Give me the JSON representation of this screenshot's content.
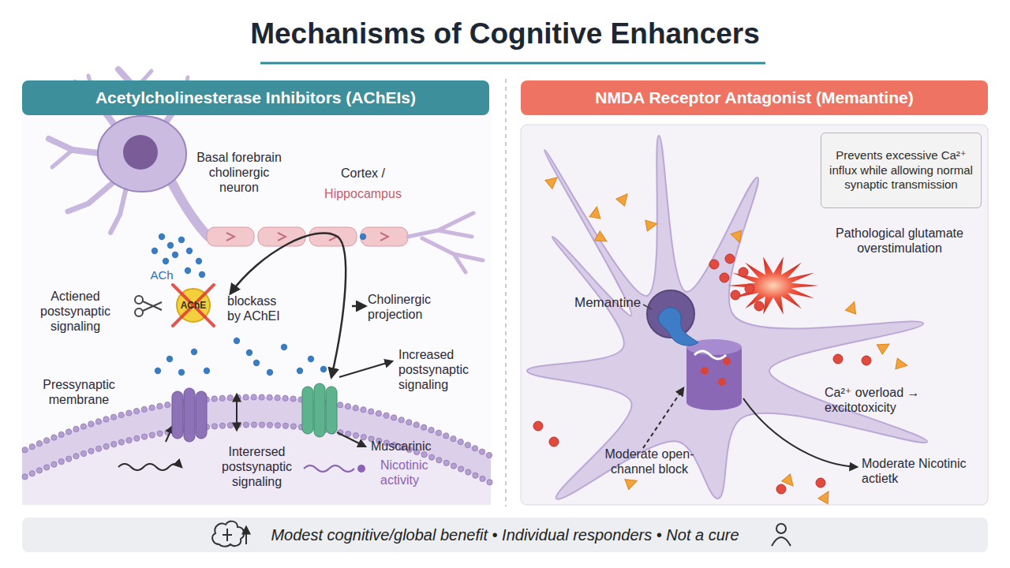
{
  "diagram": {
    "title": "Mechanisms of Cognitive Enhancers",
    "nodes": [
      {
        "text": [
          "Acetylcholinesterase Inhibitors (AChEIs)"
        ]
      },
      {
        "text": [
          "AChE"
        ]
      },
      {
        "text": [
          "NMDA Receptor Antagonist (Memantine)"
        ]
      },
      {
        "text": [
          "Prevents excessive Ca²⁺ influx while allowing normal synaptic transmission"
        ]
      },
      {
        "text": [
          "Modest cognitive/global benefit • Individual responders • Not a cure"
        ]
      }
    ],
    "labels": [
      "Basal forebrain cholinergic neuron",
      "Cortex /",
      "Hippocampus",
      "ACh",
      "Actiened postsynaptic signaling",
      "blockass by AChEI",
      "Cholinergic projection",
      "Increased postsynaptic signaling",
      "Pressynaptic membrane",
      "Interersed postsynaptic signaling",
      "Muscarinic",
      "Nicotinic activity",
      "Memantine",
      "Pathological glutamate overstimulation",
      "Ca²⁺ overload → excitotoxicity",
      "Moderate open-channel block",
      "Moderate Nicotinic actietk"
    ]
  }
}
